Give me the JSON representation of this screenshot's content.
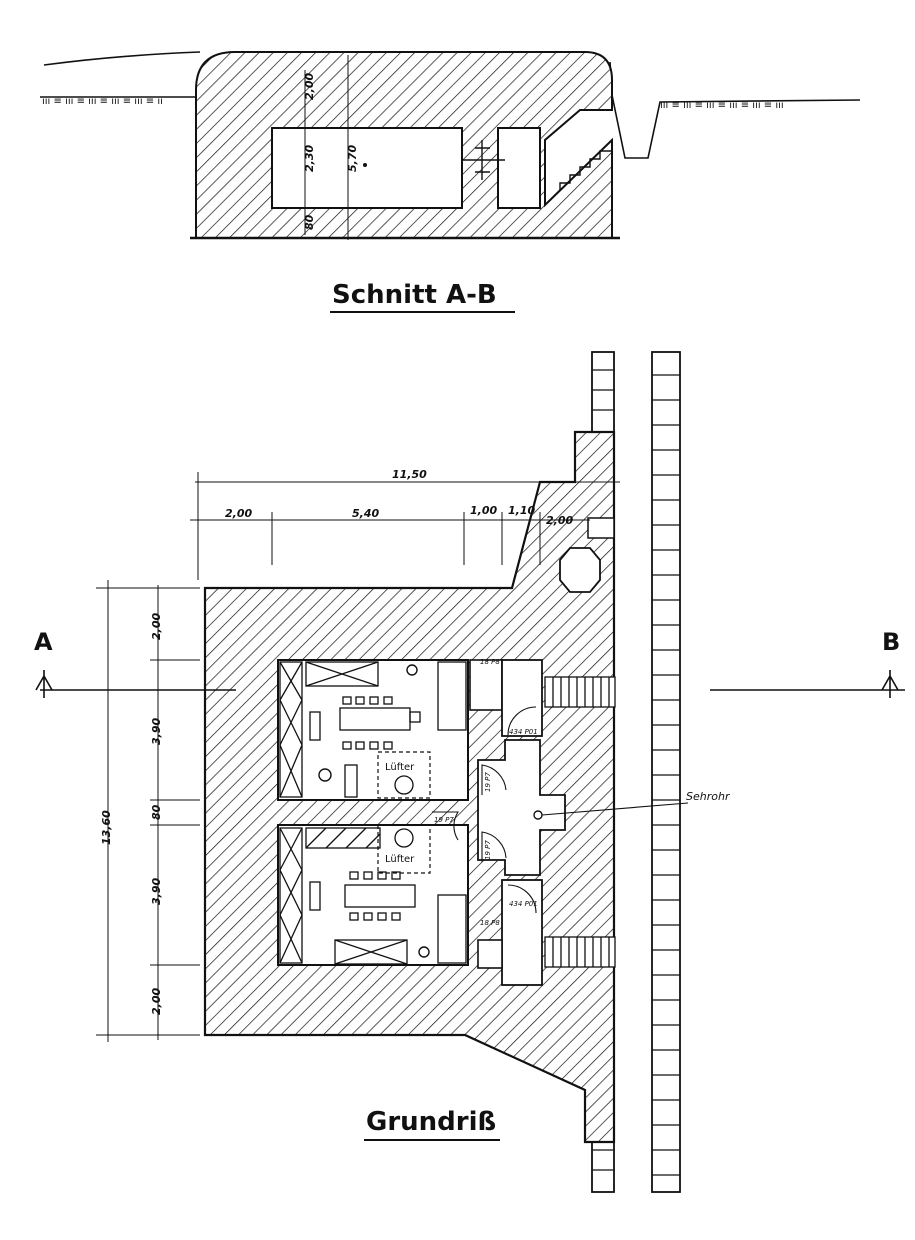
{
  "section": {
    "title": "Schnitt A-B",
    "dimensions": [
      "2,00",
      "2,30",
      "5,70",
      "80"
    ]
  },
  "plan": {
    "title": "Grundriß",
    "overall_width": "11,50",
    "widths": [
      "2,00",
      "5,40",
      "1,00",
      "1,10",
      "2,00"
    ],
    "heights": [
      "2,00",
      "3,90",
      "80",
      "3,90",
      "2,00"
    ],
    "overall_height": "13,60",
    "section_marks": [
      "A",
      "B"
    ],
    "labels": {
      "luefter_top": "Lüfter",
      "luefter_bottom": "Lüfter",
      "periscope": "Sehrohr",
      "door_a": "18 P8",
      "door_b": "434 P01",
      "door_c": "19 P7",
      "door_d": "19 P7",
      "door_e": "19 P7",
      "door_f": "434 P01",
      "door_g": "18 P8"
    }
  },
  "colors": {
    "ink": "#111111",
    "paper": "#ffffff"
  }
}
